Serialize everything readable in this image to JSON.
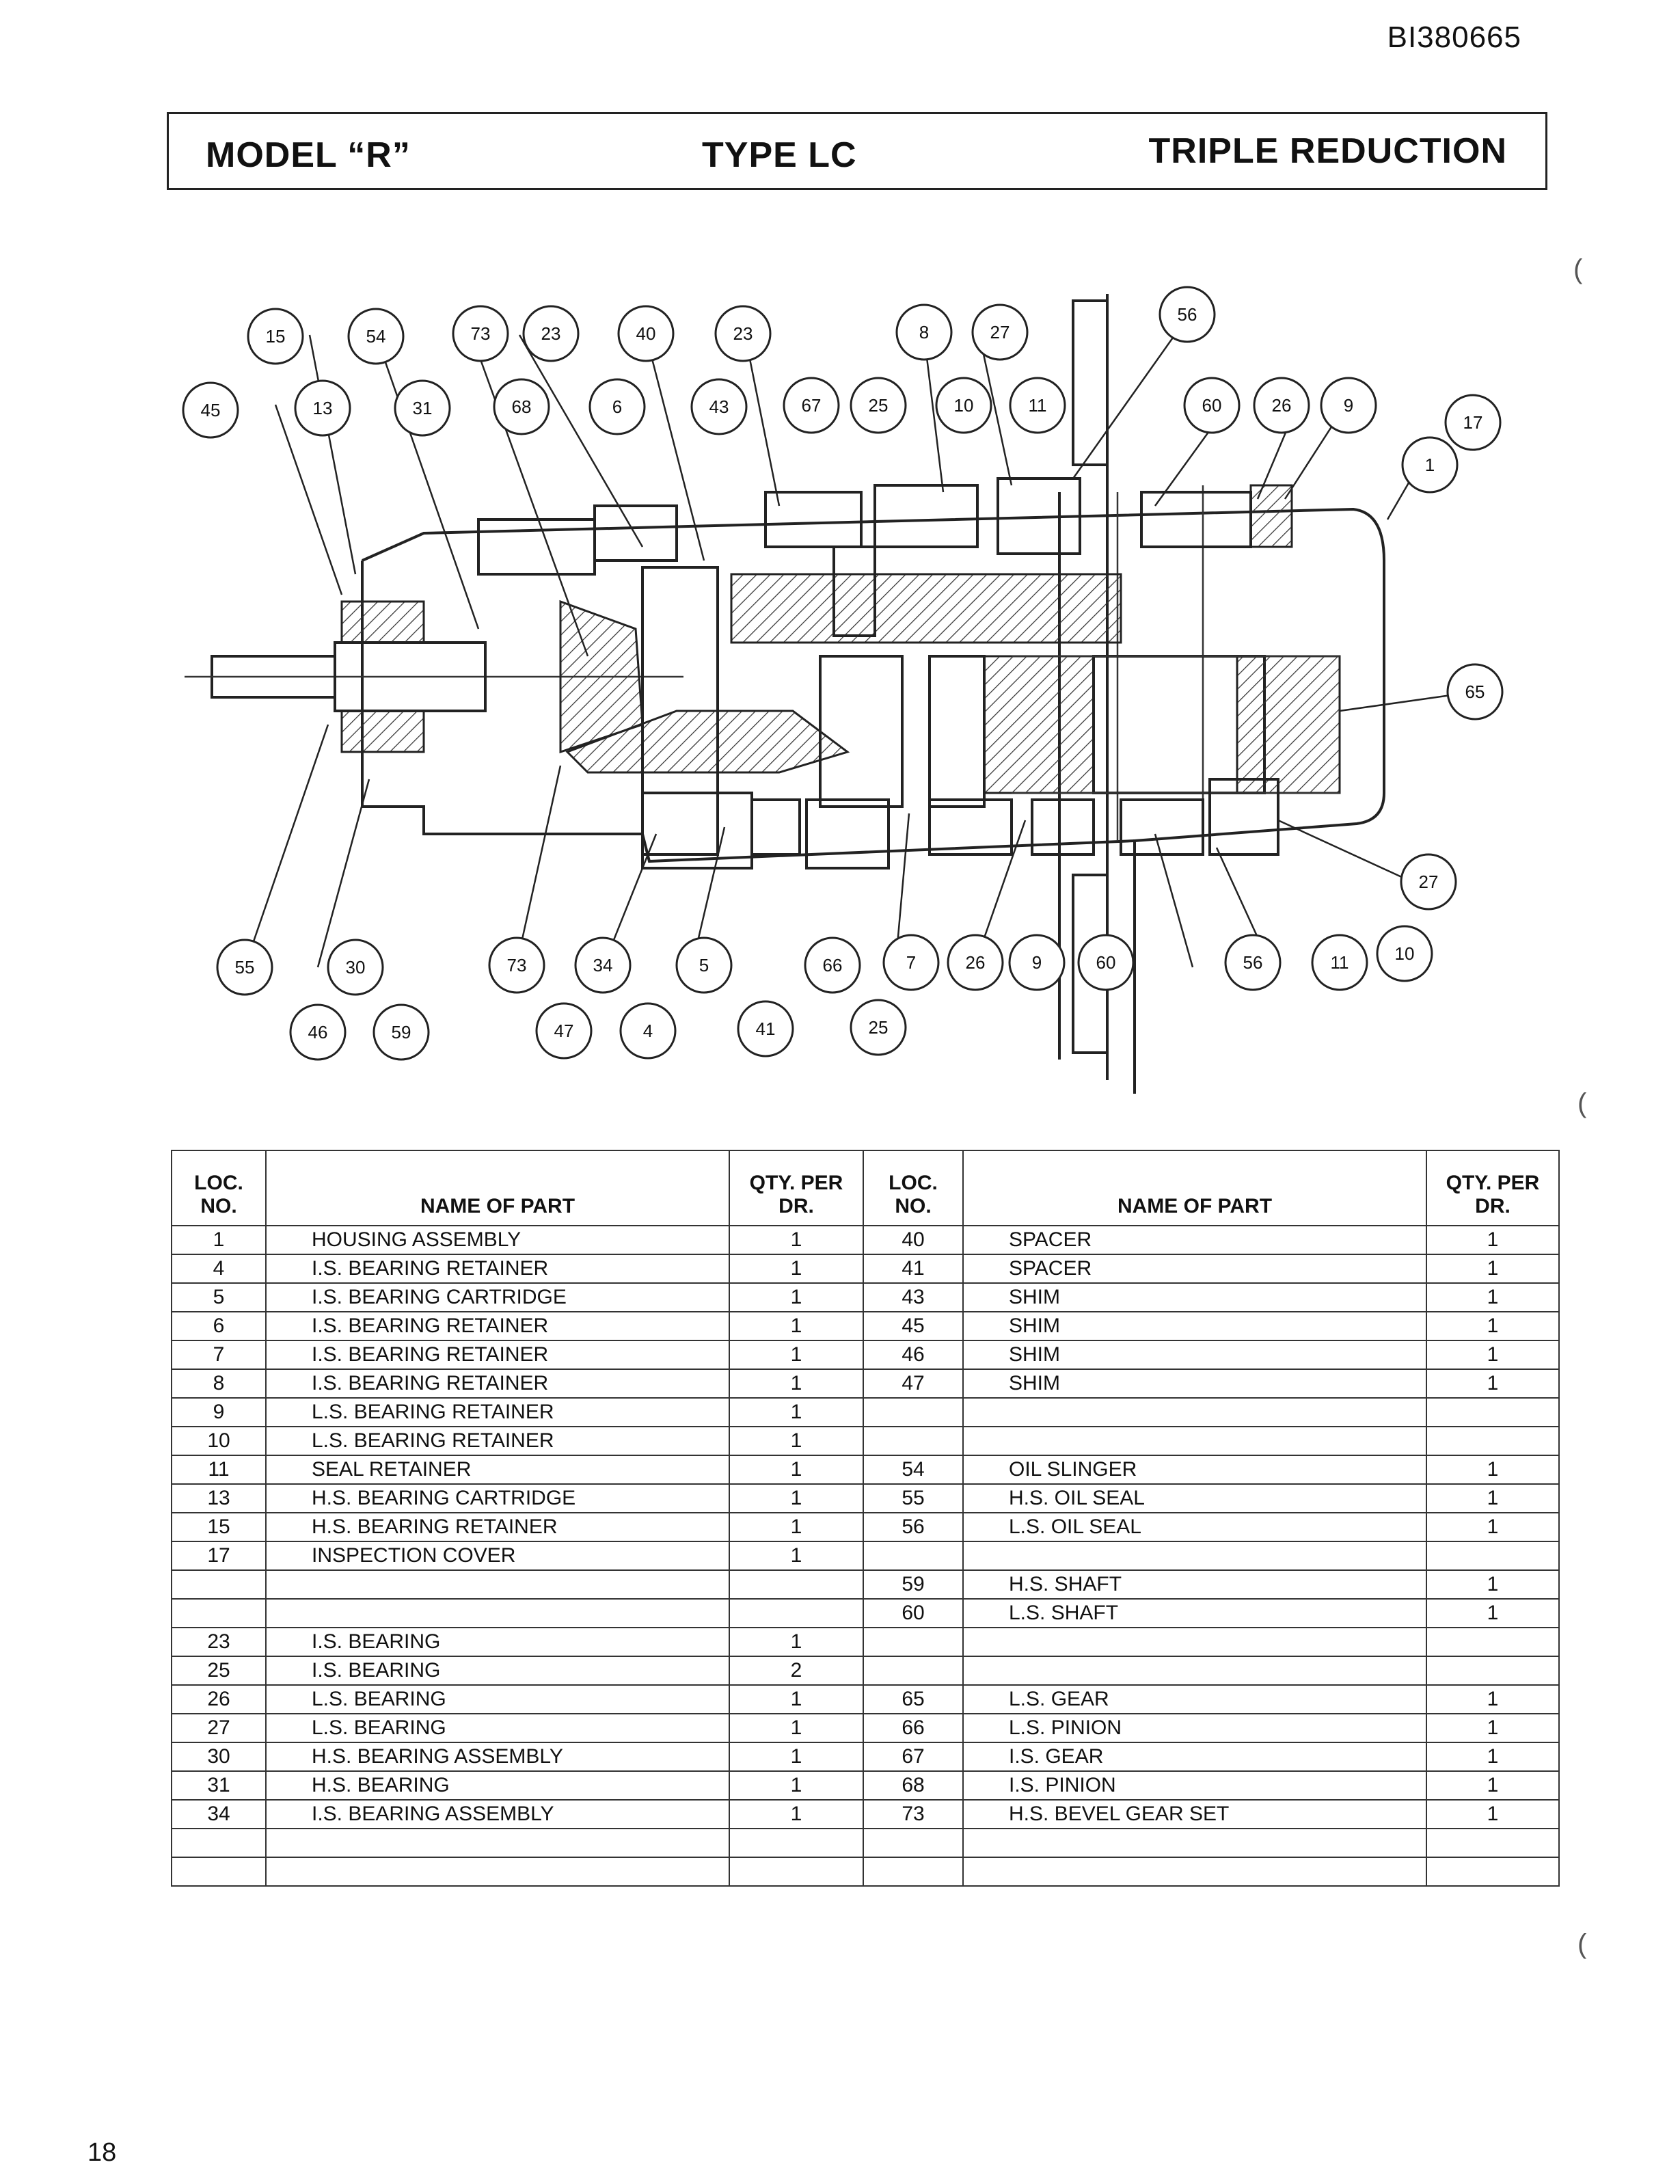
{
  "doc_id": "BI380665",
  "header": {
    "model": "MODEL “R”",
    "type": "TYPE LC",
    "reduction": "TRIPLE REDUCTION"
  },
  "callouts_top": [
    "15",
    "54",
    "73",
    "23",
    "40",
    "23",
    "8",
    "27",
    "56",
    "45",
    "13",
    "31",
    "68",
    "6",
    "43",
    "67",
    "25",
    "10",
    "11",
    "60",
    "26",
    "9",
    "17",
    "1",
    "65"
  ],
  "callouts_bottom": [
    "55",
    "30",
    "73",
    "34",
    "5",
    "66",
    "7",
    "26",
    "9",
    "60",
    "56",
    "11",
    "10",
    "27",
    "46",
    "59",
    "47",
    "4",
    "41",
    "25"
  ],
  "table": {
    "headers": {
      "loc_no": "LOC. NO.",
      "name_of_part": "NAME OF PART",
      "qty_per_dr": "QTY. PER DR.",
      "loc_no_2": "LOC. NO.",
      "name_of_part_2": "NAME OF PART",
      "qty_per_dr_2": "QTY. PER DR."
    },
    "rows": [
      [
        "1",
        "HOUSING ASSEMBLY",
        "1",
        "40",
        "SPACER",
        "1"
      ],
      [
        "4",
        "I.S. BEARING RETAINER",
        "1",
        "41",
        "SPACER",
        "1"
      ],
      [
        "5",
        "I.S. BEARING CARTRIDGE",
        "1",
        "43",
        "SHIM",
        "1"
      ],
      [
        "6",
        "I.S. BEARING RETAINER",
        "1",
        "45",
        "SHIM",
        "1"
      ],
      [
        "7",
        "I.S. BEARING RETAINER",
        "1",
        "46",
        "SHIM",
        "1"
      ],
      [
        "8",
        "I.S. BEARING RETAINER",
        "1",
        "47",
        "SHIM",
        "1"
      ],
      [
        "9",
        "L.S. BEARING RETAINER",
        "1",
        "",
        "",
        ""
      ],
      [
        "10",
        "L.S. BEARING RETAINER",
        "1",
        "",
        "",
        ""
      ],
      [
        "11",
        "SEAL RETAINER",
        "1",
        "54",
        "OIL SLINGER",
        "1"
      ],
      [
        "13",
        "H.S. BEARING CARTRIDGE",
        "1",
        "55",
        "H.S. OIL SEAL",
        "1"
      ],
      [
        "15",
        "H.S. BEARING RETAINER",
        "1",
        "56",
        "L.S. OIL SEAL",
        "1"
      ],
      [
        "17",
        "INSPECTION COVER",
        "1",
        "",
        "",
        ""
      ],
      [
        "",
        "",
        "",
        "59",
        "H.S. SHAFT",
        "1"
      ],
      [
        "",
        "",
        "",
        "60",
        "L.S. SHAFT",
        "1"
      ],
      [
        "23",
        "I.S. BEARING",
        "1",
        "",
        "",
        ""
      ],
      [
        "25",
        "I.S. BEARING",
        "2",
        "",
        "",
        ""
      ],
      [
        "26",
        "L.S. BEARING",
        "1",
        "65",
        "L.S. GEAR",
        "1"
      ],
      [
        "27",
        "L.S. BEARING",
        "1",
        "66",
        "L.S. PINION",
        "1"
      ],
      [
        "30",
        "H.S. BEARING ASSEMBLY",
        "1",
        "67",
        "I.S. GEAR",
        "1"
      ],
      [
        "31",
        "H.S. BEARING",
        "1",
        "68",
        "I.S. PINION",
        "1"
      ],
      [
        "34",
        "I.S. BEARING ASSEMBLY",
        "1",
        "73",
        "H.S. BEVEL GEAR SET",
        "1"
      ],
      [
        "",
        "",
        "",
        "",
        "",
        ""
      ],
      [
        "",
        "",
        "",
        "",
        "",
        ""
      ]
    ]
  },
  "page_number": "18"
}
